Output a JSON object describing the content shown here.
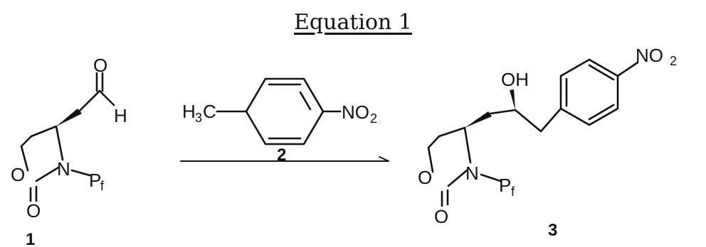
{
  "scheme": {
    "title": "Equation 1",
    "compound_1": {
      "number": "1",
      "atoms": {
        "ring_o": "O",
        "carbonyl_o": "O",
        "nitrogen": "N",
        "protecting_group": "P",
        "protecting_group_sub": "f",
        "aldehyde_o": "O",
        "aldehyde_h": "H"
      }
    },
    "reagent_2": {
      "number": "2",
      "methyl": "H",
      "methyl_sub": "3",
      "methyl_c": "C",
      "nitro": "NO",
      "nitro_sub": "2"
    },
    "compound_3": {
      "number": "3",
      "atoms": {
        "ring_o": "O",
        "carbonyl_o": "O",
        "nitrogen": "N",
        "protecting_group": "P",
        "protecting_group_sub": "f",
        "hydroxyl": "OH"
      },
      "nitro": "NO",
      "nitro_sub": "2"
    }
  }
}
